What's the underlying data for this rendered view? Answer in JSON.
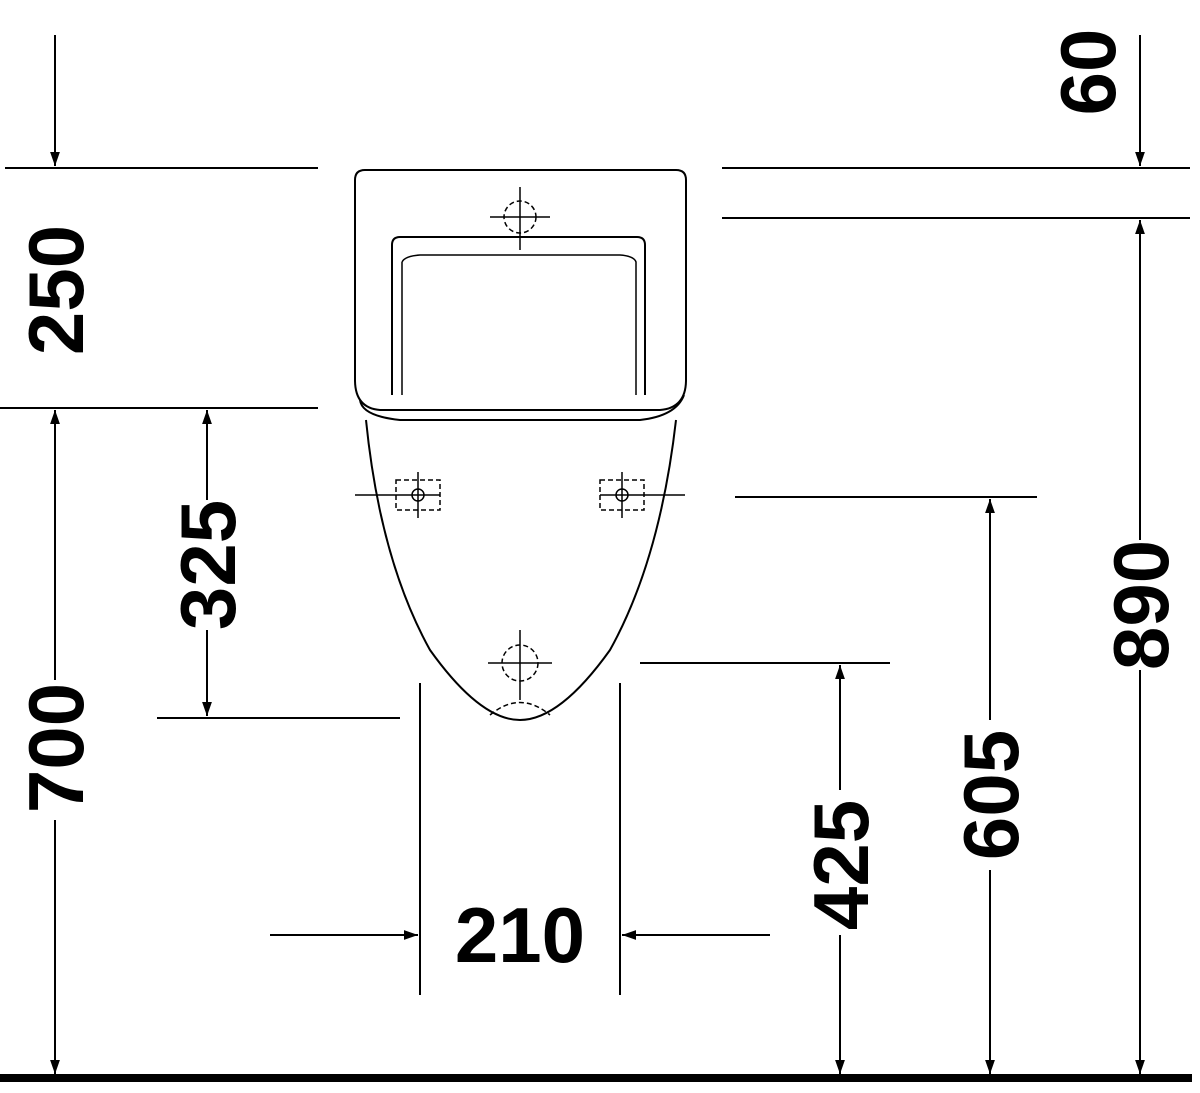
{
  "dimensions": {
    "top_offset": "60",
    "upper_height": "250",
    "lower_height": "700",
    "rim_to_bottom": "325",
    "outlet_height": "425",
    "inlet_height": "605",
    "total_height": "890",
    "width": "210"
  },
  "colors": {
    "line": "#000000",
    "background": "#ffffff"
  }
}
